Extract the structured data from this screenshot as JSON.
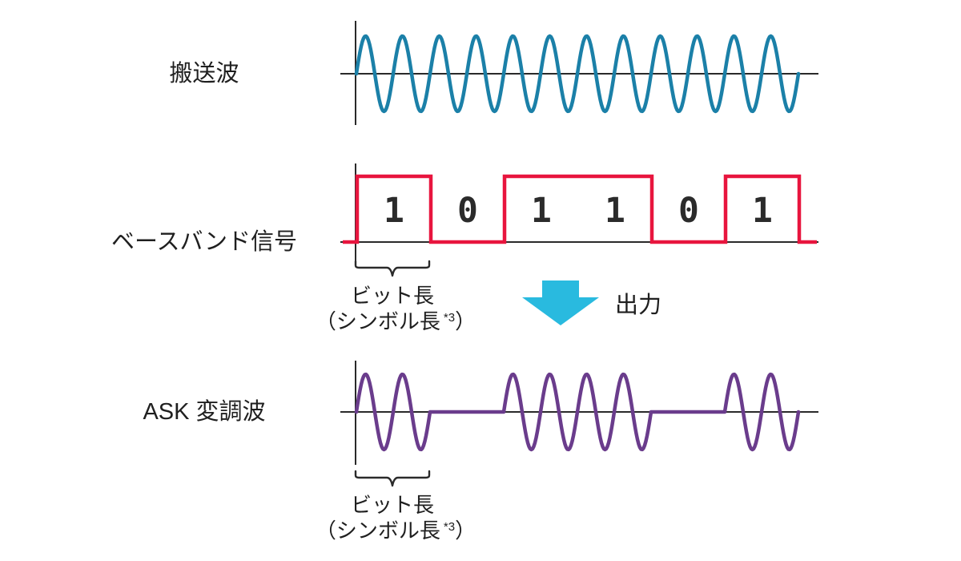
{
  "colors": {
    "carrier": "#1B80A8",
    "baseband": "#E8153E",
    "ask": "#6A3C8C",
    "arrow": "#29BADF",
    "axis": "#2a2a2a",
    "annotation": "#2b2b2b",
    "digit": "#2b2b2b",
    "background": "#ffffff"
  },
  "labels": {
    "carrier_wave": "搬送波",
    "baseband_signal": "ベースバンド信号",
    "ask_wave": "ASK 変調波",
    "output": "出力",
    "bit_length": "ビット長",
    "symbol_length_open": "（シンボル長",
    "symbol_length_sup": "*3",
    "symbol_length_close": "）"
  },
  "chart_data": {
    "type": "line",
    "signals": [
      {
        "id": "carrier",
        "label": "搬送波",
        "waveform": "sine",
        "cycles": 12,
        "color": "#1B80A8"
      },
      {
        "id": "baseband",
        "label": "ベースバンド信号",
        "waveform": "square",
        "bits": [
          1,
          0,
          1,
          1,
          0,
          1
        ],
        "color": "#E8153E"
      },
      {
        "id": "ask",
        "label": "ASK 変調波",
        "waveform": "ask",
        "bits": [
          1,
          0,
          1,
          1,
          0,
          1
        ],
        "cycles_per_bit": 2,
        "color": "#6A3C8C"
      }
    ],
    "annotations": [
      {
        "id": "bit-length-baseband",
        "text": "ビット長（シンボル長 *3）",
        "target": "baseband-first-bit"
      },
      {
        "id": "output-arrow",
        "text": "出力"
      },
      {
        "id": "bit-length-ask",
        "text": "ビット長（シンボル長 *3）",
        "target": "ask-first-bit"
      }
    ]
  }
}
